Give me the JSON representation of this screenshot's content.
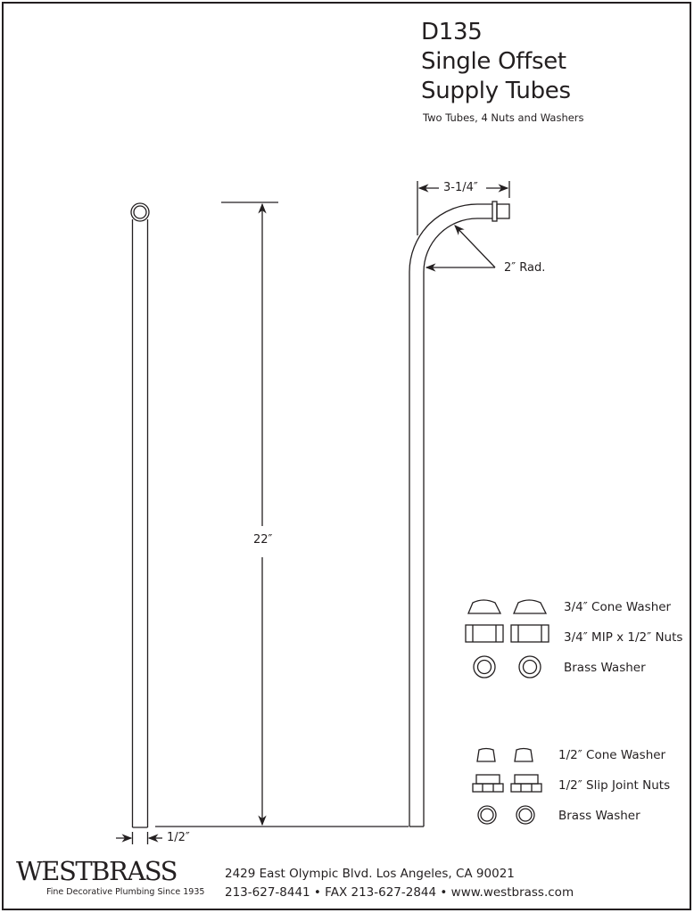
{
  "title": {
    "model": "D135",
    "line1": "Single Offset",
    "line2": "Supply Tubes",
    "subtitle": "Two Tubes, 4 Nuts and Washers"
  },
  "dimensions": {
    "offset_width": "3-1/4″",
    "bend_radius": "2″ Rad.",
    "length": "22″",
    "diameter": "1/2″"
  },
  "parts": {
    "group_3_4": [
      {
        "label": "3/4″ Cone Washer",
        "icon": "cone-washer-large-icon"
      },
      {
        "label": "3/4″ MIP x 1/2″ Nuts",
        "icon": "mip-nut-icon"
      },
      {
        "label": "Brass Washer",
        "icon": "brass-washer-icon"
      }
    ],
    "group_1_2": [
      {
        "label": "1/2″ Cone Washer",
        "icon": "cone-washer-small-icon"
      },
      {
        "label": "1/2″ Slip Joint Nuts",
        "icon": "slip-joint-nut-icon"
      },
      {
        "label": "Brass Washer",
        "icon": "brass-washer-icon"
      }
    ]
  },
  "footer": {
    "brand": "WESTBRASS",
    "tagline": "Fine Decorative Plumbing Since 1935",
    "address": "2429 East Olympic Blvd. Los Angeles, CA  90021",
    "contact": "213-627-8441 • FAX 213-627-2844 • www.westbrass.com"
  },
  "colors": {
    "ink": "#231f20",
    "background": "#ffffff"
  }
}
